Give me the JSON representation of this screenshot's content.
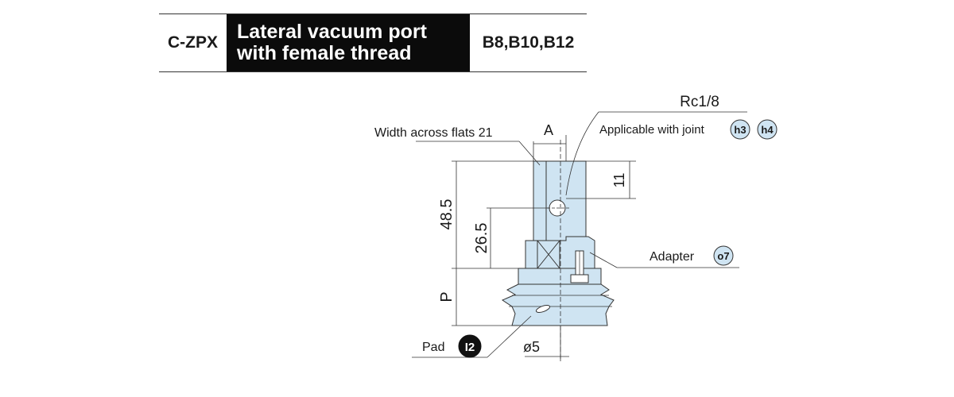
{
  "header": {
    "code": "C-ZPX",
    "title_line1": "Lateral vacuum port",
    "title_line2": "with female thread",
    "sizes": "B8,B10,B12"
  },
  "drawing": {
    "thread": "Rc1/8",
    "width_across_flats": "Width across flats 21",
    "dim_a": "A",
    "joint_label": "Applicable with joint",
    "joint_badges": [
      "h3",
      "h4"
    ],
    "dim_11": "11",
    "dim_48_5": "48.5",
    "dim_26_5": "26.5",
    "dim_p": "P",
    "adapter_label": "Adapter",
    "adapter_badge": "o7",
    "pad_label": "Pad",
    "pad_badge": "I2",
    "dim_phi5": "ø5",
    "colors": {
      "part_fill": "#cfe4f2",
      "badge_fill": "#cfe4f2",
      "line": "#333333"
    }
  }
}
